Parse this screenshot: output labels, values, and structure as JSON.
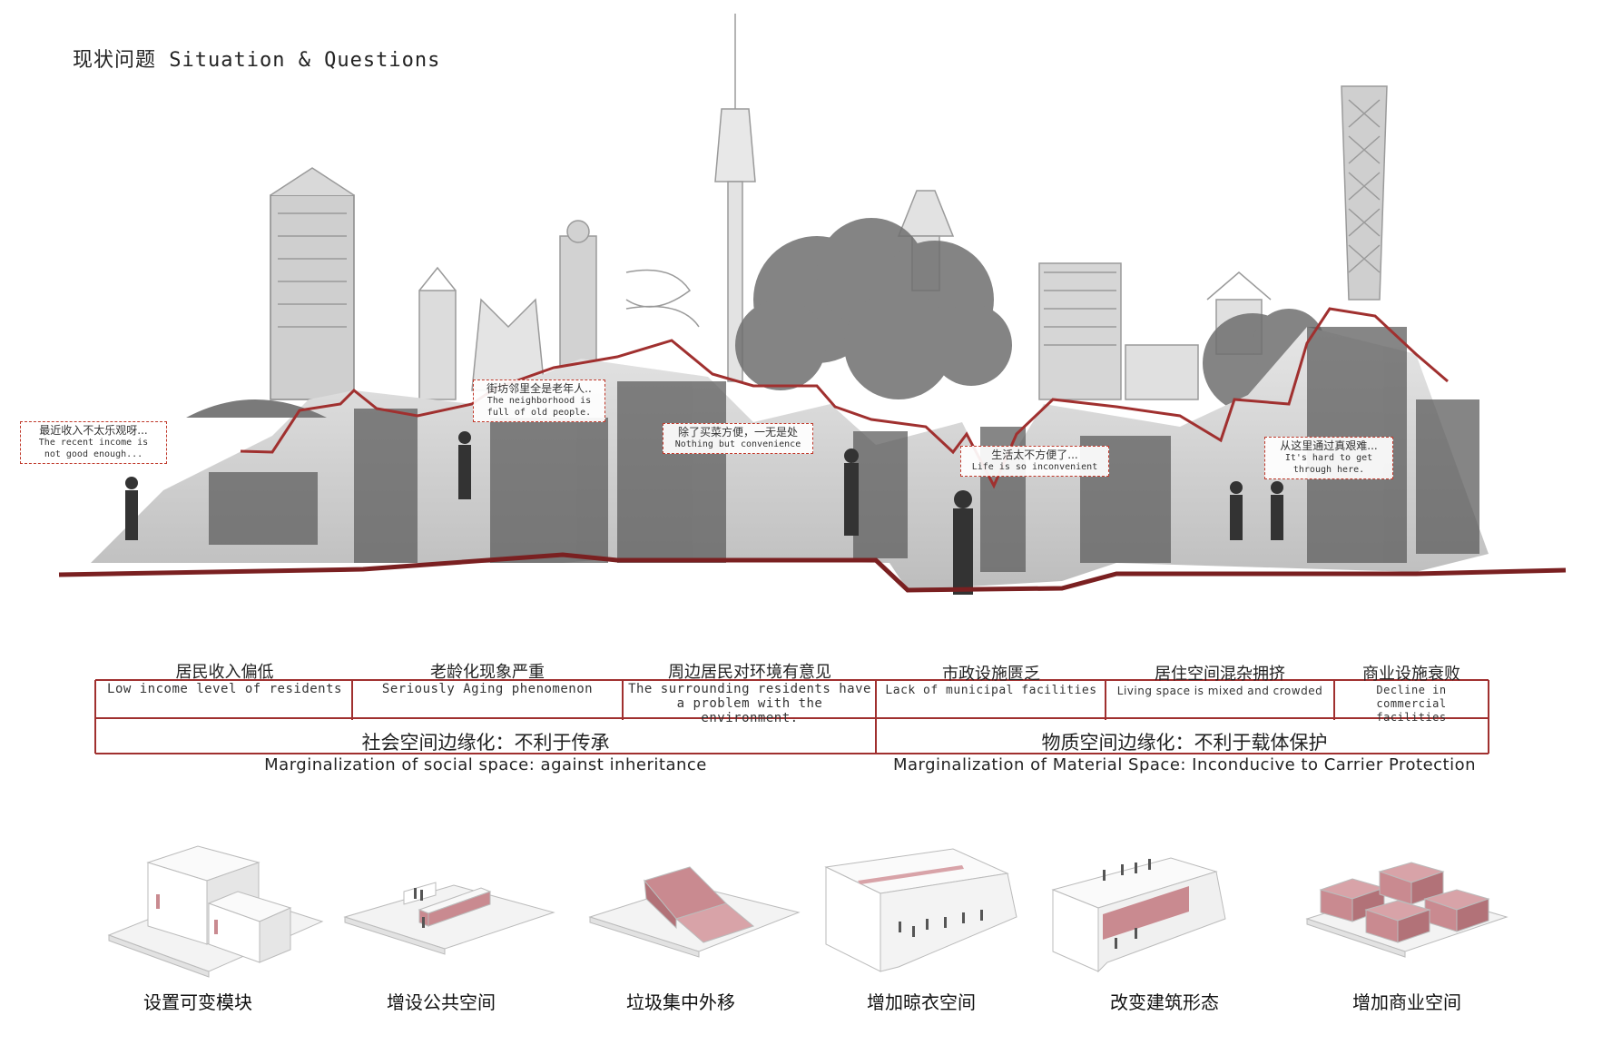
{
  "title": "现状问题 Situation & Questions",
  "colors": {
    "accent": "#a0302f",
    "pink": "#c98a90",
    "gray": "#8a8a8a"
  },
  "bubbles": [
    {
      "zh": "最近收入不太乐观呀...",
      "en1": "The recent income is",
      "en2": "not good enough..."
    },
    {
      "zh": "街坊邻里全是老年人..",
      "en1": "The neighborhood is",
      "en2": "full of old people."
    },
    {
      "zh": "除了买菜方便，一无是处",
      "en1": "Nothing but convenience",
      "en2": ""
    },
    {
      "zh": "生活太不方便了...",
      "en1": "Life is so inconvenient",
      "en2": ""
    },
    {
      "zh": "从这里通过真艰难...",
      "en1": "It's hard to get",
      "en2": "through here."
    }
  ],
  "issues": [
    {
      "zh": "居民收入偏低",
      "en": "Low income level of residents"
    },
    {
      "zh": "老龄化现象严重",
      "en": "Seriously Aging phenomenon"
    },
    {
      "zh": "周边居民对环境有意见",
      "en": "The surrounding residents have a problem with the environment."
    },
    {
      "zh": "市政设施匮乏",
      "en": "Lack of municipal facilities"
    },
    {
      "zh": "居住空间混杂拥挤",
      "en": "Living space is mixed and crowded"
    },
    {
      "zh": "商业设施衰败",
      "en": "Decline in commercial facilities"
    }
  ],
  "groups": [
    {
      "zh": "社会空间边缘化：不利于传承",
      "en": "Marginalization of social space: against inheritance"
    },
    {
      "zh": "物质空间边缘化：不利于载体保护",
      "en": "Marginalization of Material Space: Inconducive to Carrier Protection"
    }
  ],
  "strategies": [
    {
      "label": "设置可变模块",
      "icon": "variable-module-icon"
    },
    {
      "label": "增设公共空间",
      "icon": "public-space-icon"
    },
    {
      "label": "垃圾集中外移",
      "icon": "garbage-relocation-icon"
    },
    {
      "label": "增加晾衣空间",
      "icon": "drying-space-icon"
    },
    {
      "label": "改变建筑形态",
      "icon": "building-form-icon"
    },
    {
      "label": "增加商业空间",
      "icon": "commercial-space-icon"
    }
  ]
}
